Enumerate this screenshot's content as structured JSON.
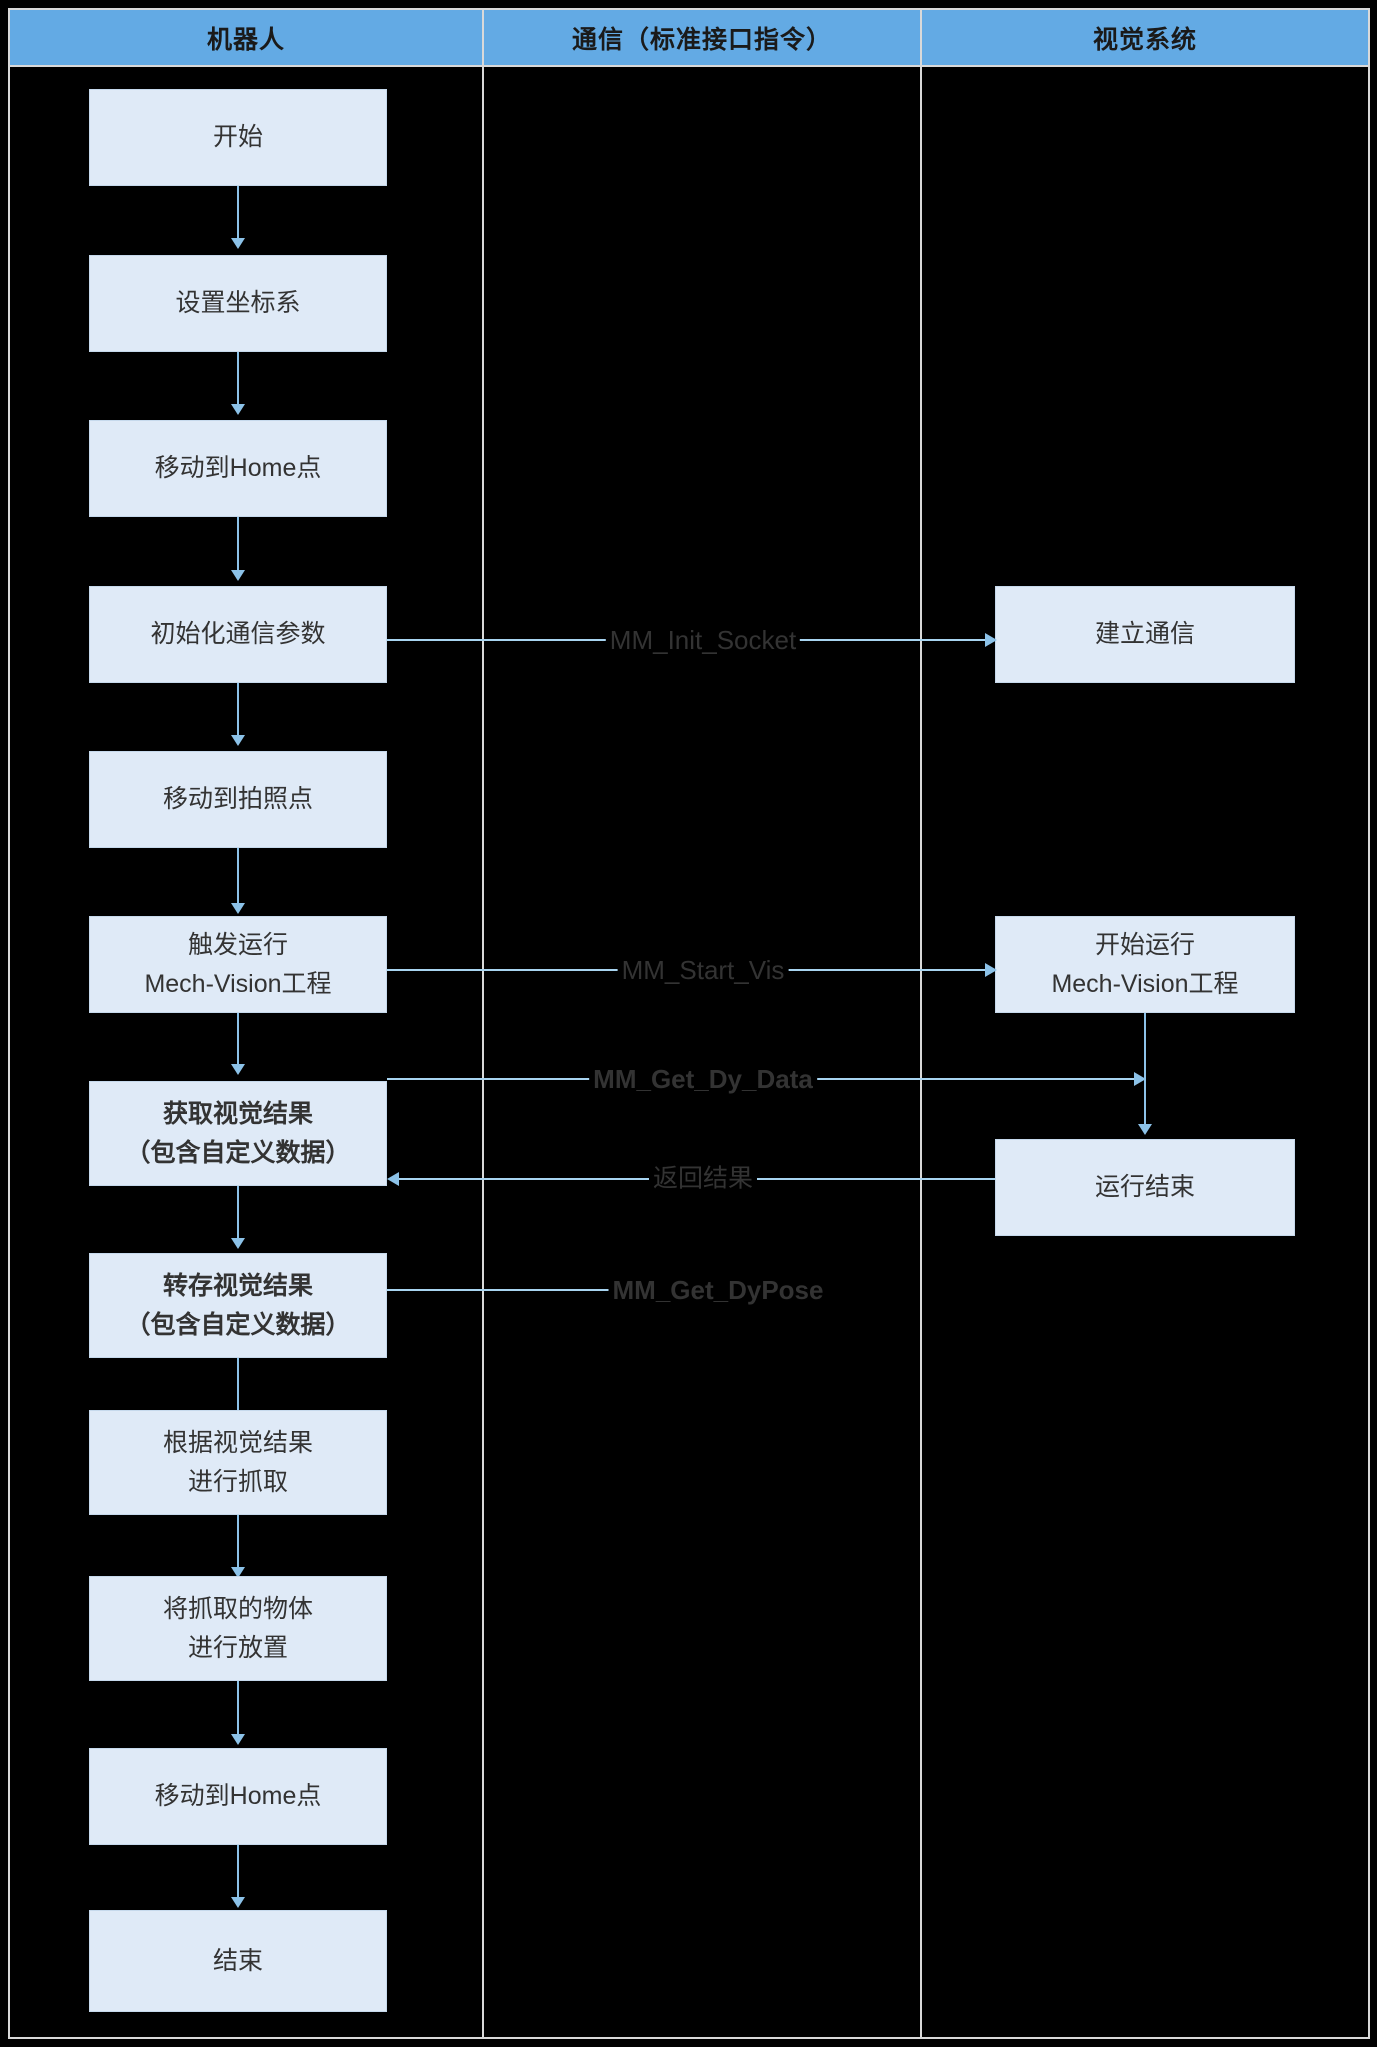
{
  "diagram": {
    "type": "swimlane-flowchart",
    "background_color": "#000000",
    "lane_header_color": "#63aae4",
    "node_fill_color": "#dfeaf7",
    "connector_color": "#8cc2e8",
    "lanes": [
      {
        "id": "robot",
        "title": "机器人"
      },
      {
        "id": "comm",
        "title": "通信（标准接口指令）"
      },
      {
        "id": "vision",
        "title": "视觉系统"
      }
    ],
    "robot_nodes": [
      {
        "id": "start",
        "lines": [
          "开始"
        ],
        "bold": false
      },
      {
        "id": "set-frame",
        "lines": [
          "设置坐标系"
        ],
        "bold": false
      },
      {
        "id": "move-home-1",
        "lines": [
          "移动到Home点"
        ],
        "bold": false
      },
      {
        "id": "init-comm",
        "lines": [
          "初始化通信参数"
        ],
        "bold": false
      },
      {
        "id": "move-capture",
        "lines": [
          "移动到拍照点"
        ],
        "bold": false
      },
      {
        "id": "trigger-vision",
        "lines": [
          "触发运行",
          "Mech-Vision工程"
        ],
        "bold": false
      },
      {
        "id": "get-result",
        "lines": [
          "获取视觉结果",
          "（包含自定义数据）"
        ],
        "bold": true
      },
      {
        "id": "store-result",
        "lines": [
          "转存视觉结果",
          "（包含自定义数据）"
        ],
        "bold": true
      },
      {
        "id": "pick",
        "lines": [
          "根据视觉结果",
          "进行抓取"
        ],
        "bold": false
      },
      {
        "id": "place",
        "lines": [
          "将抓取的物体",
          "进行放置"
        ],
        "bold": false
      },
      {
        "id": "move-home-2",
        "lines": [
          "移动到Home点"
        ],
        "bold": false
      },
      {
        "id": "end",
        "lines": [
          "结束"
        ],
        "bold": false
      }
    ],
    "vision_nodes": [
      {
        "id": "establish-comm",
        "lines": [
          "建立通信"
        ],
        "bold": false
      },
      {
        "id": "vision-run",
        "lines": [
          "开始运行",
          "Mech-Vision工程"
        ],
        "bold": false
      },
      {
        "id": "vision-done",
        "lines": [
          "运行结束"
        ],
        "bold": false
      }
    ],
    "messages": [
      {
        "id": "msg-init-socket",
        "label": "MM_Init_Socket",
        "bold": false,
        "cjk": false,
        "direction": "right"
      },
      {
        "id": "msg-start-vis",
        "label": "MM_Start_Vis",
        "bold": false,
        "cjk": false,
        "direction": "right"
      },
      {
        "id": "msg-get-dy-data",
        "label": "MM_Get_Dy_Data",
        "bold": true,
        "cjk": false,
        "direction": "right"
      },
      {
        "id": "msg-return",
        "label": "返回结果",
        "bold": false,
        "cjk": true,
        "direction": "left"
      },
      {
        "id": "msg-get-dypose",
        "label": "MM_Get_DyPose",
        "bold": true,
        "cjk": false,
        "direction": "none"
      }
    ]
  }
}
